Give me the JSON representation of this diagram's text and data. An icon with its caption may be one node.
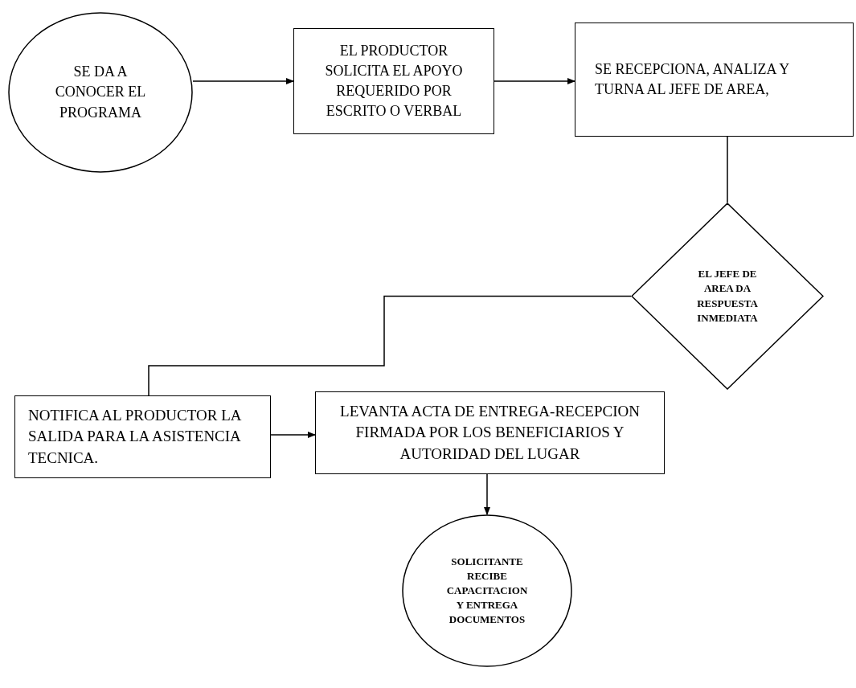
{
  "diagram": {
    "nodes": [
      {
        "text": [
          "SE DA A CONOCER EL PROGRAMA"
        ]
      },
      {
        "text": [
          "EL PRODUCTOR SOLICITA EL APOYO REQUERIDO POR ESCRITO O VERBAL"
        ]
      },
      {
        "text": [
          "SE RECEPCIONA, ANALIZA Y TURNA  AL JEFE DE AREA,"
        ]
      },
      {
        "text": [
          "EL JEFE DE AREA DA RESPUESTA INMEDIATA"
        ]
      },
      {
        "text": [
          "NOTIFICA AL PRODUCTOR LA SALIDA PARA LA ASISTENCIA TECNICA."
        ]
      },
      {
        "text": [
          "LEVANTA ACTA DE ENTREGA-RECEPCION FIRMADA POR LOS BENEFICIARIOS Y AUTORIDAD DEL LUGAR"
        ]
      },
      {
        "text": [
          "SOLICITANTE RECIBE CAPACITACION Y ENTREGA DOCUMENTOS"
        ]
      }
    ],
    "edges": [
      {
        "from": 0,
        "to": 1,
        "arrow": "to"
      },
      {
        "from": 1,
        "to": 2,
        "arrow": "to"
      },
      {
        "from": 2,
        "to": 3,
        "arrow": "none"
      },
      {
        "from": 3,
        "to": 4,
        "arrow": "none"
      },
      {
        "from": 4,
        "to": 5,
        "arrow": "to"
      },
      {
        "from": 5,
        "to": 6,
        "arrow": "to"
      }
    ]
  }
}
